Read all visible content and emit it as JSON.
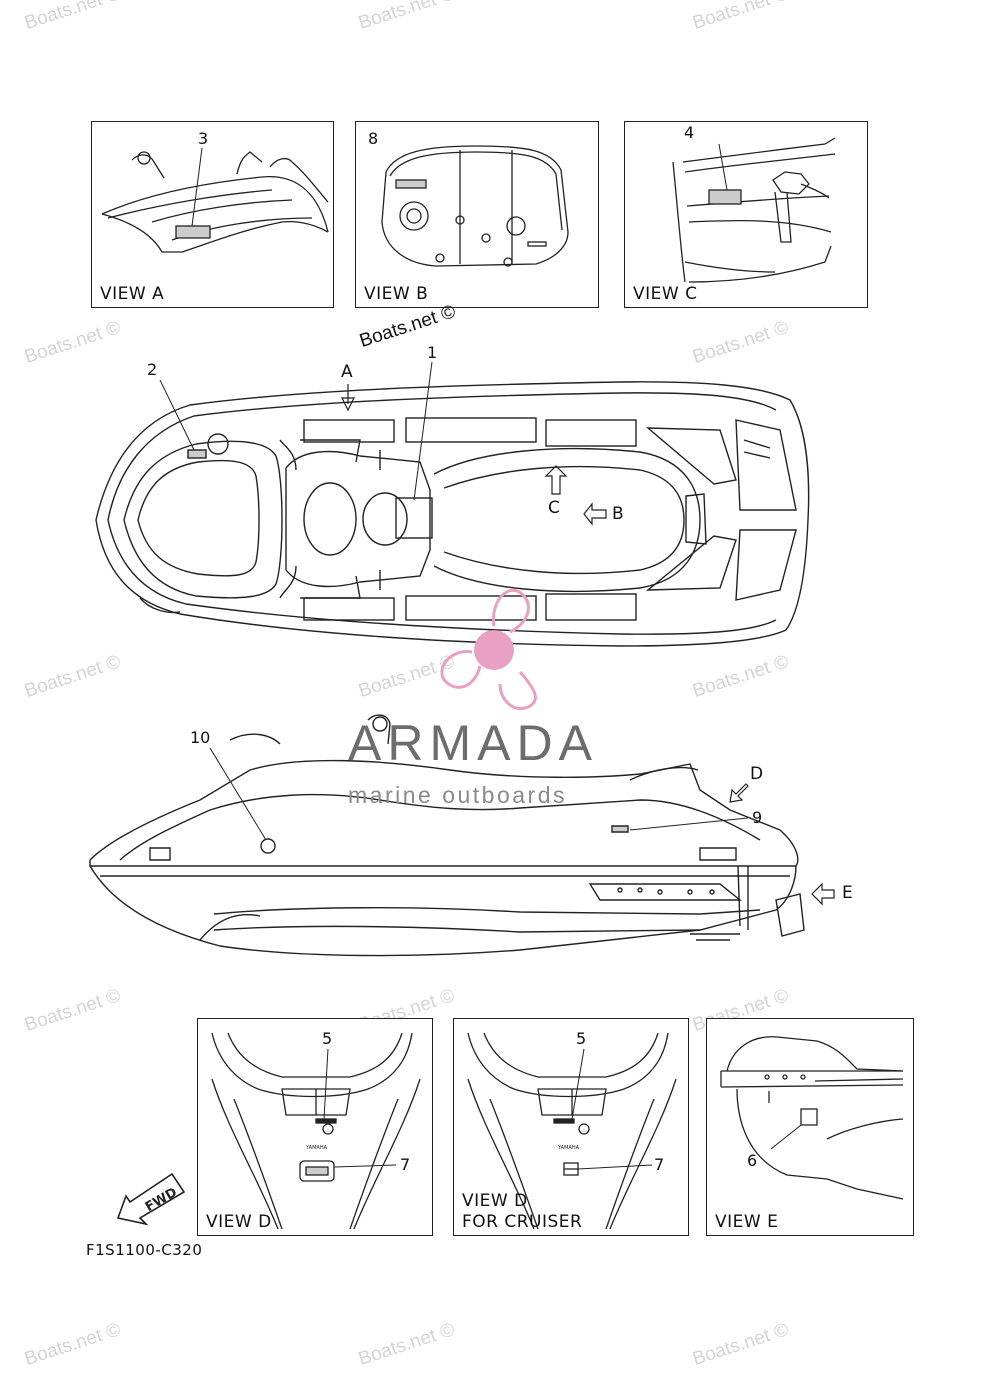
{
  "watermark": "Boats.net ©",
  "overlay_watermark": "Boats.net ©",
  "logo": {
    "name": "ARMADA",
    "tagline": "marine outboards",
    "color": "#e8a1c3"
  },
  "panels": {
    "view_a": {
      "label": "VIEW A",
      "callouts": [
        "3"
      ]
    },
    "view_b": {
      "label": "VIEW B",
      "callouts": [
        "8"
      ]
    },
    "view_c": {
      "label": "VIEW C",
      "callouts": [
        "4"
      ]
    },
    "view_d": {
      "label": "VIEW D",
      "callouts": [
        "5",
        "7"
      ]
    },
    "view_d_cruiser": {
      "label_line1": "VIEW D",
      "label_line2": "FOR CRUISER",
      "callouts": [
        "5",
        "7"
      ]
    },
    "view_e": {
      "label": "VIEW E",
      "callouts": [
        "6"
      ]
    }
  },
  "main": {
    "top_view_callouts": [
      "2",
      "1"
    ],
    "view_markers": {
      "a": "A",
      "b": "B",
      "c": "C",
      "d": "D",
      "e": "E"
    },
    "side_view_callouts": [
      "10",
      "9"
    ],
    "fwd_label": "FWD"
  },
  "part_number": "F1S1100-C320",
  "icons": [
    "fwd-arrow-icon",
    "armada-propeller-logo-icon"
  ]
}
